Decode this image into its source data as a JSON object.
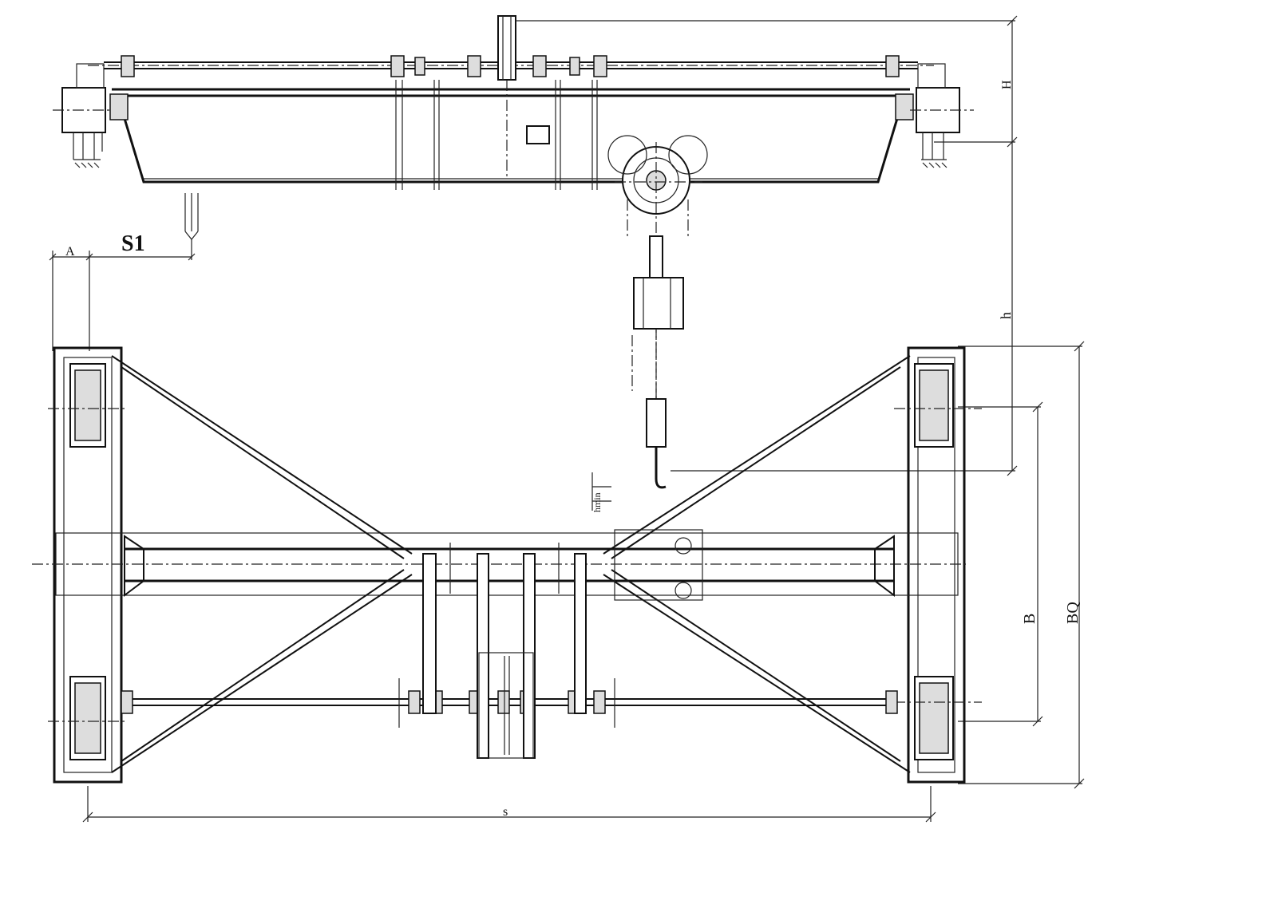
{
  "drawing": {
    "labels": {
      "s1": "S1",
      "a": "A",
      "h_upper": "H",
      "h_lower": "h",
      "h_min": "hmin",
      "b": "B",
      "bq": "BQ",
      "s": "s"
    }
  }
}
